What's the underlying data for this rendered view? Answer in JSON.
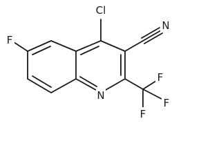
{
  "molecule": {
    "atoms": {
      "chlorine": "Cl",
      "fluorine_ring": "F",
      "nitrogen_ring": "N",
      "nitrogen_nitrile": "N",
      "fluorine_top": "F",
      "fluorine_right": "F",
      "fluorine_bottom": "F"
    },
    "colors": {
      "bond": "#1a1a1a",
      "label": "#1a1a1a",
      "background": "#ffffff"
    }
  }
}
